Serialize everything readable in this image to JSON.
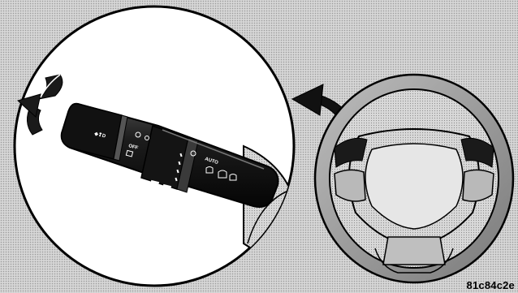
{
  "figure_code": "81c84c2e",
  "icons": {
    "rotate_arrow": "rotate-arrow-icon",
    "pointer_arrow": "curved-pointer-arrow-icon",
    "steering_wheel": "steering-wheel-illustration",
    "headlamp_switch": "multifunction-lever-illustration"
  },
  "lever_symbols": {
    "fog_light_symbol": "◆❢D",
    "off_mark": "OFF",
    "auto_mark": "AUTO"
  },
  "colors": {
    "background": "#d6d6d6",
    "lever_body": "#1a1a1a",
    "outline": "#000000",
    "paper_white": "#ffffff"
  }
}
